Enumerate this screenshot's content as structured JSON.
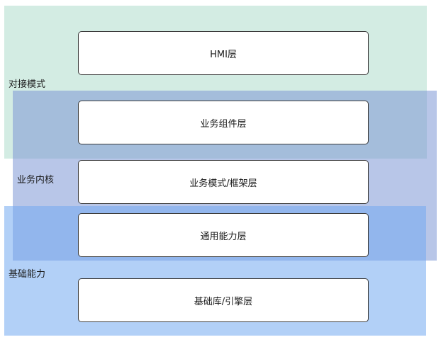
{
  "regions": {
    "docking": {
      "label": "对接模式"
    },
    "business_core": {
      "label": "业务内核"
    },
    "base_capability": {
      "label": "基础能力"
    }
  },
  "layers": [
    {
      "label": "HMI层"
    },
    {
      "label": "业务组件层"
    },
    {
      "label": "业务模式/框架层"
    },
    {
      "label": "通用能力层"
    },
    {
      "label": "基础库/引擎层"
    }
  ],
  "colors": {
    "docking_band": "#d3ece3",
    "business_core_band": "#7e98d6",
    "base_capability_band": "#73aaf0",
    "layer_border": "#3a3a3a"
  }
}
